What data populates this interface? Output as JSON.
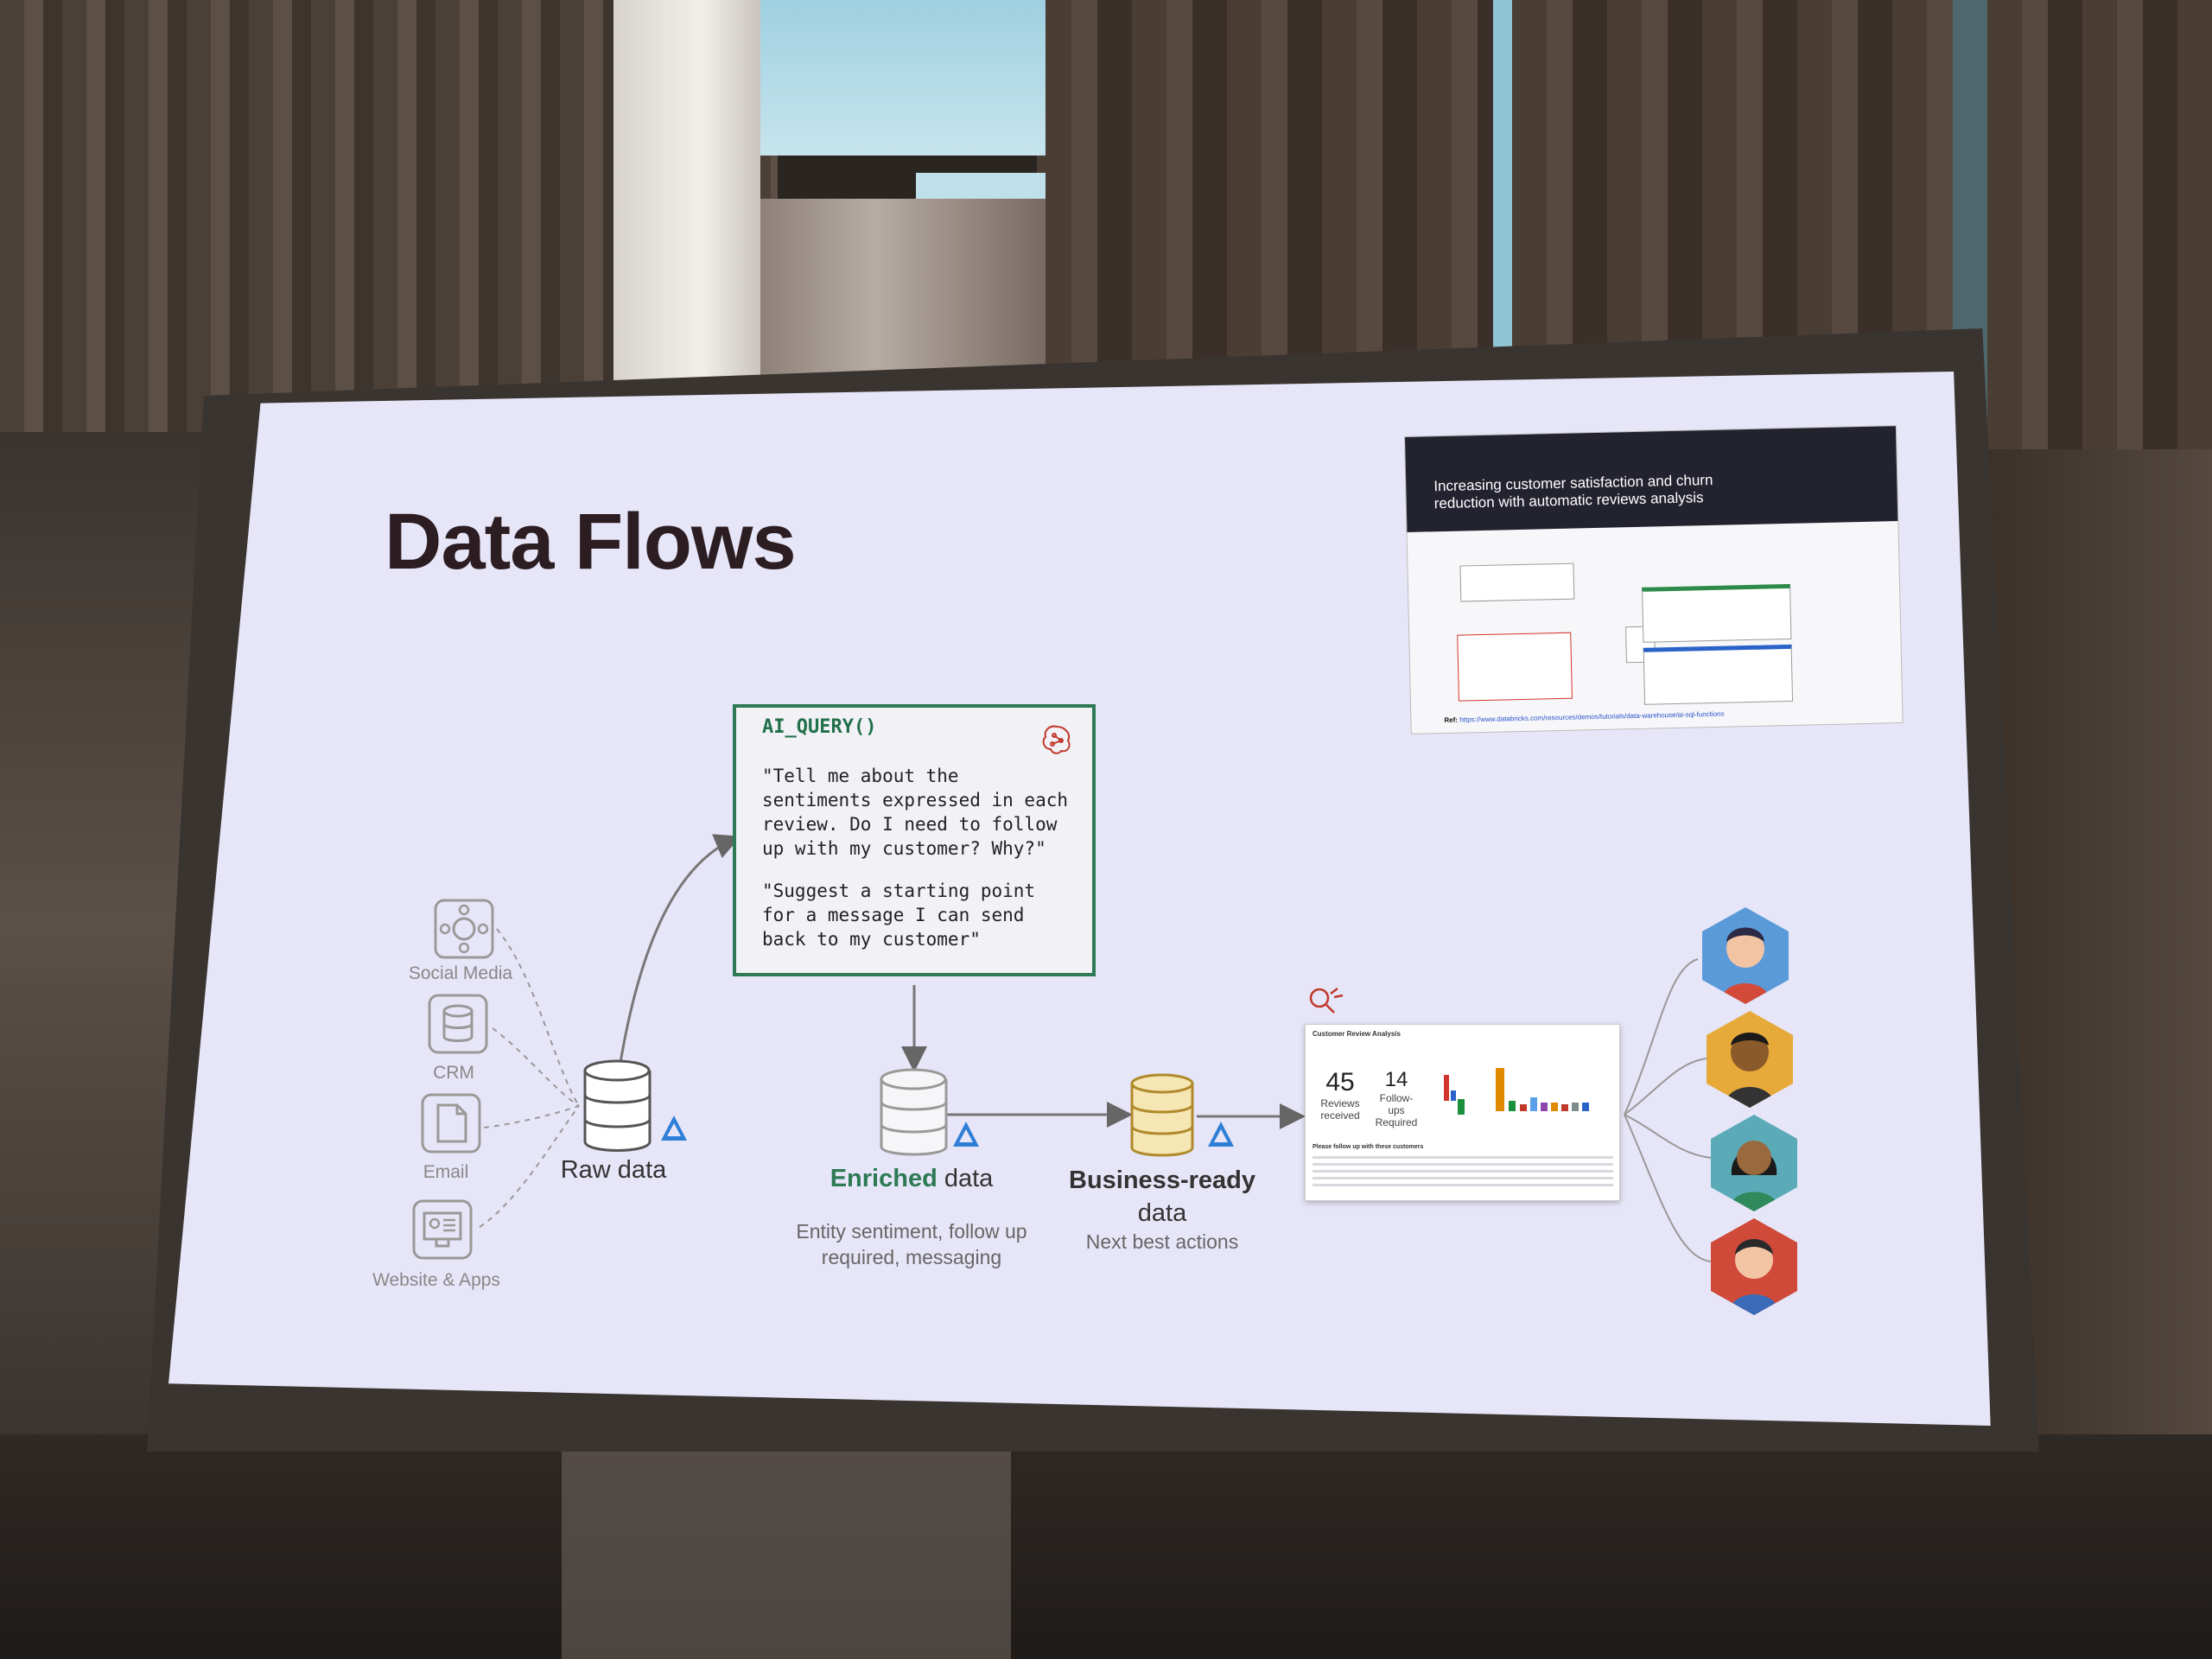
{
  "slide": {
    "title": "Data Flows",
    "ai_query": {
      "function_name": "AI_QUERY()",
      "prompt_1": "\"Tell me about the\nsentiments expressed in each\nreview. Do I need to follow\nup with my customer? Why?\"",
      "prompt_2": "\"Suggest a starting point\nfor a message I can send\nback to my customer\""
    },
    "sources": [
      {
        "label": "Social Media",
        "icon": "social-media-icon"
      },
      {
        "label": "CRM",
        "icon": "database-icon"
      },
      {
        "label": "Email",
        "icon": "document-icon"
      },
      {
        "label": "Website & Apps",
        "icon": "website-apps-icon"
      }
    ],
    "stages": {
      "raw": {
        "label": "Raw data"
      },
      "enriched": {
        "label_strong": "Enriched",
        "label_rest": " data",
        "subtitle_1": "Entity sentiment, follow up",
        "subtitle_2": "required, messaging"
      },
      "business": {
        "label_1": "Business-ready",
        "label_2": "data",
        "subtitle": "Next best actions"
      }
    },
    "dashboard": {
      "title": "Customer Review Analysis",
      "kpis": [
        {
          "value": "45",
          "label_1": "Reviews",
          "label_2": "received"
        },
        {
          "value": "14",
          "label_1": "Follow-",
          "label_2": "ups",
          "label_3": "Required"
        }
      ],
      "section": "Please follow up with these customers"
    },
    "reference_card": {
      "header_1": "Increasing customer satisfaction and churn",
      "header_2": "reduction with automatic reviews analysis",
      "ref_label": "Ref:",
      "ref_url": "https://www.databricks.com/resources/demos/tutorials/data-warehouse/ai-sql-functions"
    },
    "colors": {
      "accent_green": "#2e7a55",
      "delta_blue": "#2f7fd8",
      "title": "#2c1d22"
    }
  }
}
